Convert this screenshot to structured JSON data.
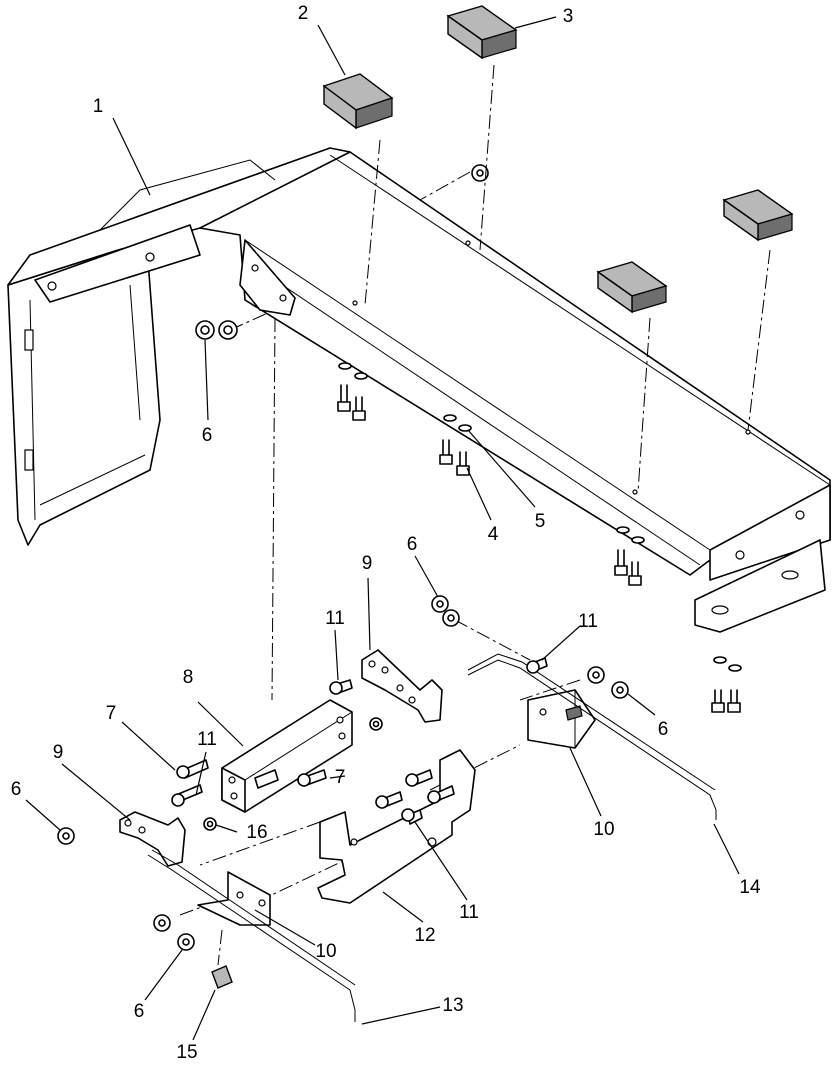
{
  "diagram": {
    "type": "exploded-parts-diagram",
    "callouts": {
      "c1": "1",
      "c2": "2",
      "c3": "3",
      "c4": "4",
      "c5": "5",
      "c6a": "6",
      "c6b": "6",
      "c6c": "6",
      "c6d": "6",
      "c6e": "6",
      "c7a": "7",
      "c7b": "7",
      "c8": "8",
      "c9a": "9",
      "c9b": "9",
      "c10a": "10",
      "c10b": "10",
      "c11a": "11",
      "c11b": "11",
      "c11c": "11",
      "c11d": "11",
      "c12": "12",
      "c13": "13",
      "c14": "14",
      "c15": "15",
      "c16": "16"
    }
  }
}
